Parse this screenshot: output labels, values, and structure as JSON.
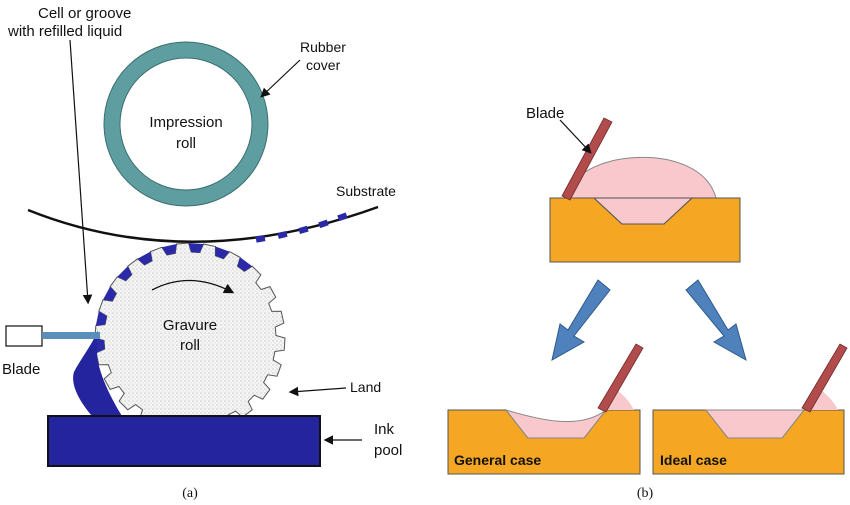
{
  "panel_a": {
    "caption": "(a)",
    "labels": {
      "cell_line1": "Cell or groove",
      "cell_line2": "with refilled liquid",
      "rubber_line1": "Rubber",
      "rubber_line2": "cover",
      "impression_line1": "Impression",
      "impression_line2": "roll",
      "substrate": "Substrate",
      "gravure_line1": "Gravure",
      "gravure_line2": "roll",
      "blade": "Blade",
      "land": "Land",
      "ink_line1": "Ink",
      "ink_line2": "pool"
    },
    "colors": {
      "rubber_cover": "#5f9ea0",
      "ink": "#24249e",
      "gravure_fill": "#f2f2f2"
    }
  },
  "panel_b": {
    "caption": "(b)",
    "labels": {
      "blade": "Blade",
      "general_case": "General case",
      "ideal_case": "Ideal case"
    },
    "colors": {
      "substrate_block": "#f5a623",
      "liquid": "#f8c8cc",
      "blade": "#b24b4b",
      "arrow": "#4f81bd"
    }
  }
}
